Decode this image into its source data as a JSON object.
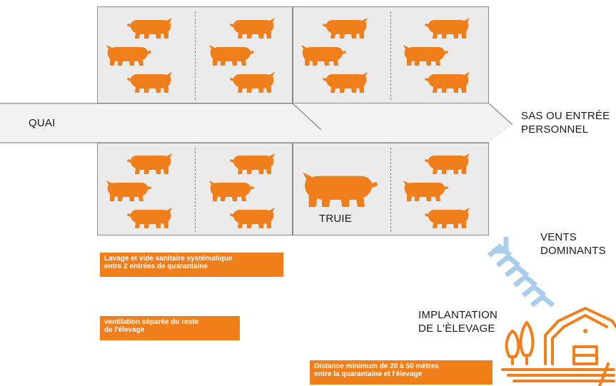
{
  "labels": {
    "quai": "QUAI",
    "sas_line1": "SAS OU ENTRÉE",
    "sas_line2": "PERSONNEL",
    "truie": "TRUIE",
    "vents_line1": "VENTS",
    "vents_line2": "DOMINANTS",
    "implantation_line1": "IMPLANTATION",
    "implantation_line2": "DE L'ÈLEVAGE"
  },
  "notes": {
    "lavage_line1": "Lavage et vide sanitaire systématique",
    "lavage_line2": "entre 2 entrées de quarantaine",
    "ventilation_line1": "ventilation séparée du reste",
    "ventilation_line2": "de l'élevage",
    "distance_line1": "Distance minimum de 20 à 50 mètres",
    "distance_line2": "entre la quarantaine et l'élevage"
  },
  "colors": {
    "orange": "#f07e1b",
    "pen_fill": "#ebebeb",
    "pen_border": "#8a8a8a",
    "wind_blue": "#a9cdea"
  },
  "icons": [
    "pig-icon",
    "sow-icon",
    "wind-arrows-icon",
    "farm-icon"
  ]
}
